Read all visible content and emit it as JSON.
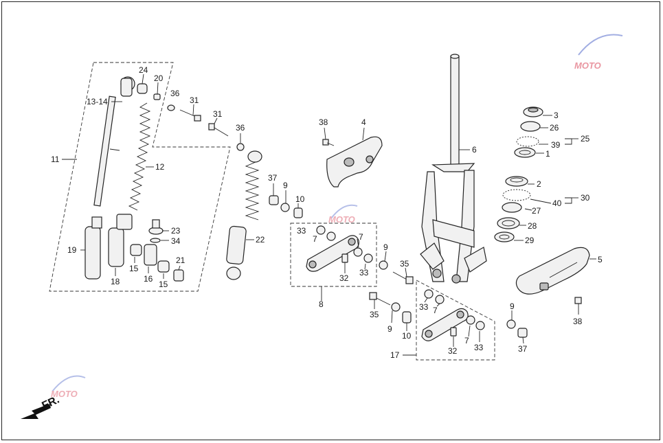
{
  "direction_label": "FR.",
  "watermark": "MOTO",
  "labels": {
    "l24": "24",
    "l20": "20",
    "l1314": "13-14",
    "l36a": "36",
    "l31a": "31",
    "l31b": "31",
    "l36b": "36",
    "l11": "11",
    "l12": "12",
    "l19": "19",
    "l23": "23",
    "l34": "34",
    "l22": "22",
    "l15a": "15",
    "l15b": "15",
    "l16": "16",
    "l18": "18",
    "l21": "21",
    "l38a": "38",
    "l4": "4",
    "l37a": "37",
    "l9a": "9",
    "l10a": "10",
    "l33a": "33",
    "l7a": "7",
    "l7b": "7",
    "l32a": "32",
    "l33b": "33",
    "l8": "8",
    "l6": "6",
    "l3": "3",
    "l26": "26",
    "l39": "39",
    "l25": "25",
    "l1": "1",
    "l2": "2",
    "l30": "30",
    "l40": "40",
    "l27": "27",
    "l28": "28",
    "l29": "29",
    "l5": "5",
    "l38b": "38",
    "l9b": "9",
    "l35a": "35",
    "l33c": "33",
    "l7c": "7",
    "l35b": "35",
    "l9c": "9",
    "l10b": "10",
    "l17": "17",
    "l32b": "32",
    "l7d": "7",
    "l33d": "33",
    "l9d": "9",
    "l37b": "37"
  }
}
